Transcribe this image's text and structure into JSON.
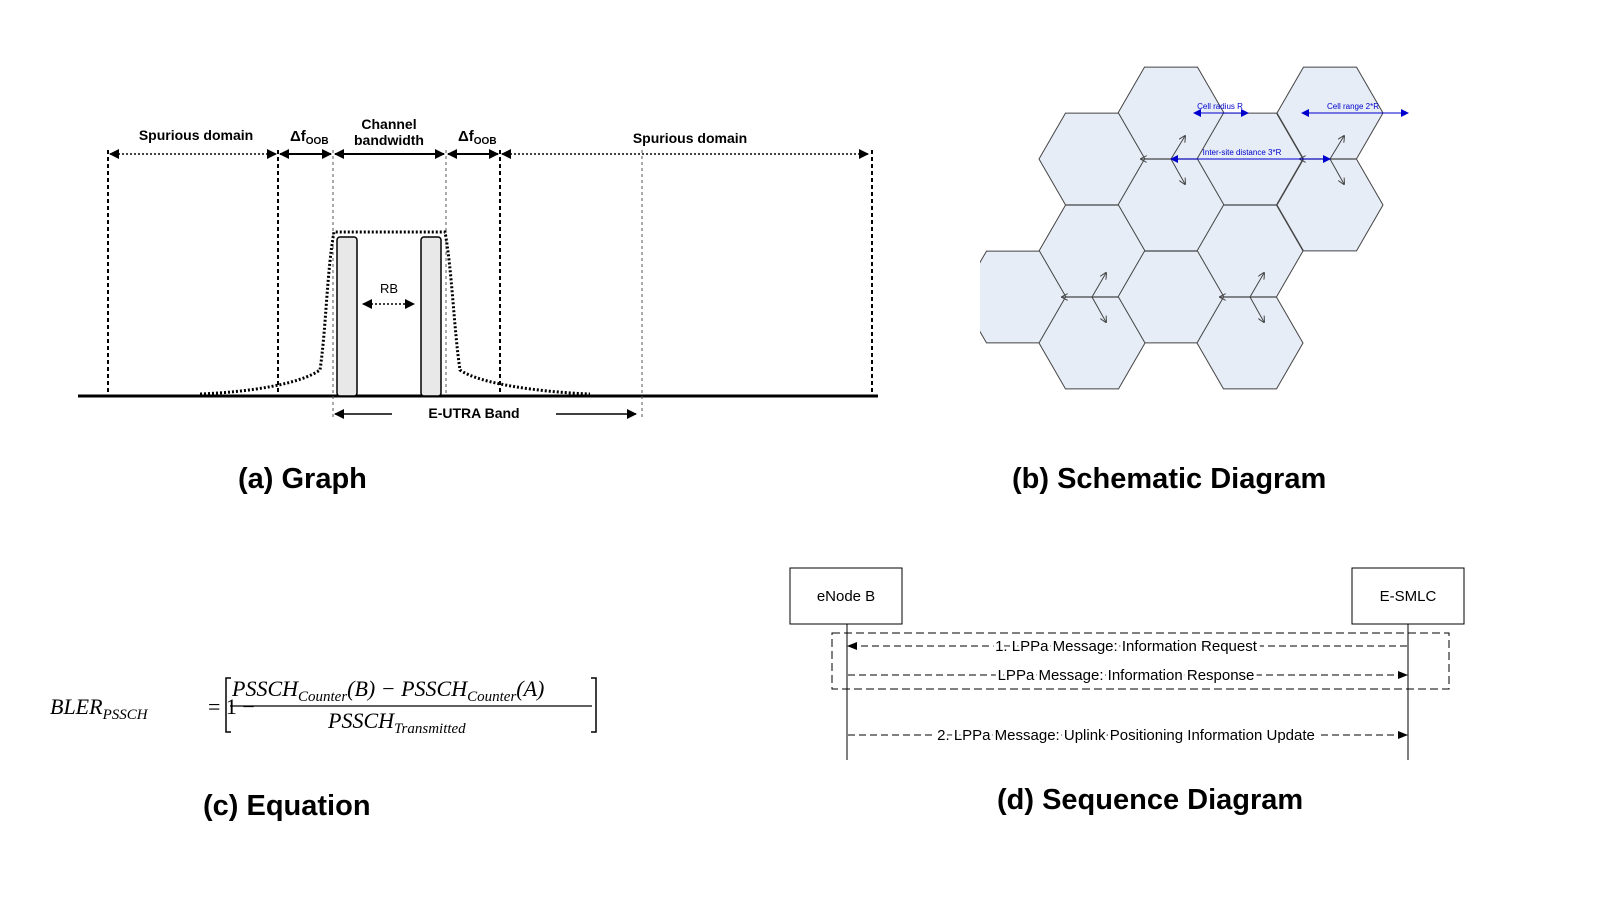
{
  "graph": {
    "spurious_left": "Spurious domain",
    "delta_left": "Δf",
    "delta_left_sub": "OOB",
    "channel_bw_line1": "Channel",
    "channel_bw_line2": "bandwidth",
    "delta_right": "Δf",
    "delta_right_sub": "OOB",
    "spurious_right": "Spurious domain",
    "rb": "RB",
    "band": "E-UTRA Band",
    "caption": "(a) Graph"
  },
  "schematic": {
    "cell_radius": "Cell radius R",
    "cell_range": "Cell range 2*R",
    "isd": "Inter-site distance 3*R",
    "caption": "(b) Schematic Diagram",
    "colors": {
      "cell_fill": "#e6edf7",
      "label": "#0000cc"
    }
  },
  "equation": {
    "lhs": "BLER",
    "lhs_sub": "PSSCH",
    "eq_part": "= 1 −",
    "num_a": "PSSCH",
    "num_a_sub": "Counter",
    "num_a_arg": "(B) −",
    "num_b": "PSSCH",
    "num_b_sub": "Counter",
    "num_b_arg": "(A)",
    "den": "PSSCH",
    "den_sub": "Transmitted",
    "caption": "(c) Equation"
  },
  "sequence": {
    "actor_left": "eNode B",
    "actor_right": "E-SMLC",
    "msg1": "1. LPPa Message: Information Request",
    "msg2": "LPPa Message: Information Response",
    "msg3": "2. LPPa Message: Uplink Positioning Information Update",
    "caption": "(d) Sequence Diagram"
  }
}
